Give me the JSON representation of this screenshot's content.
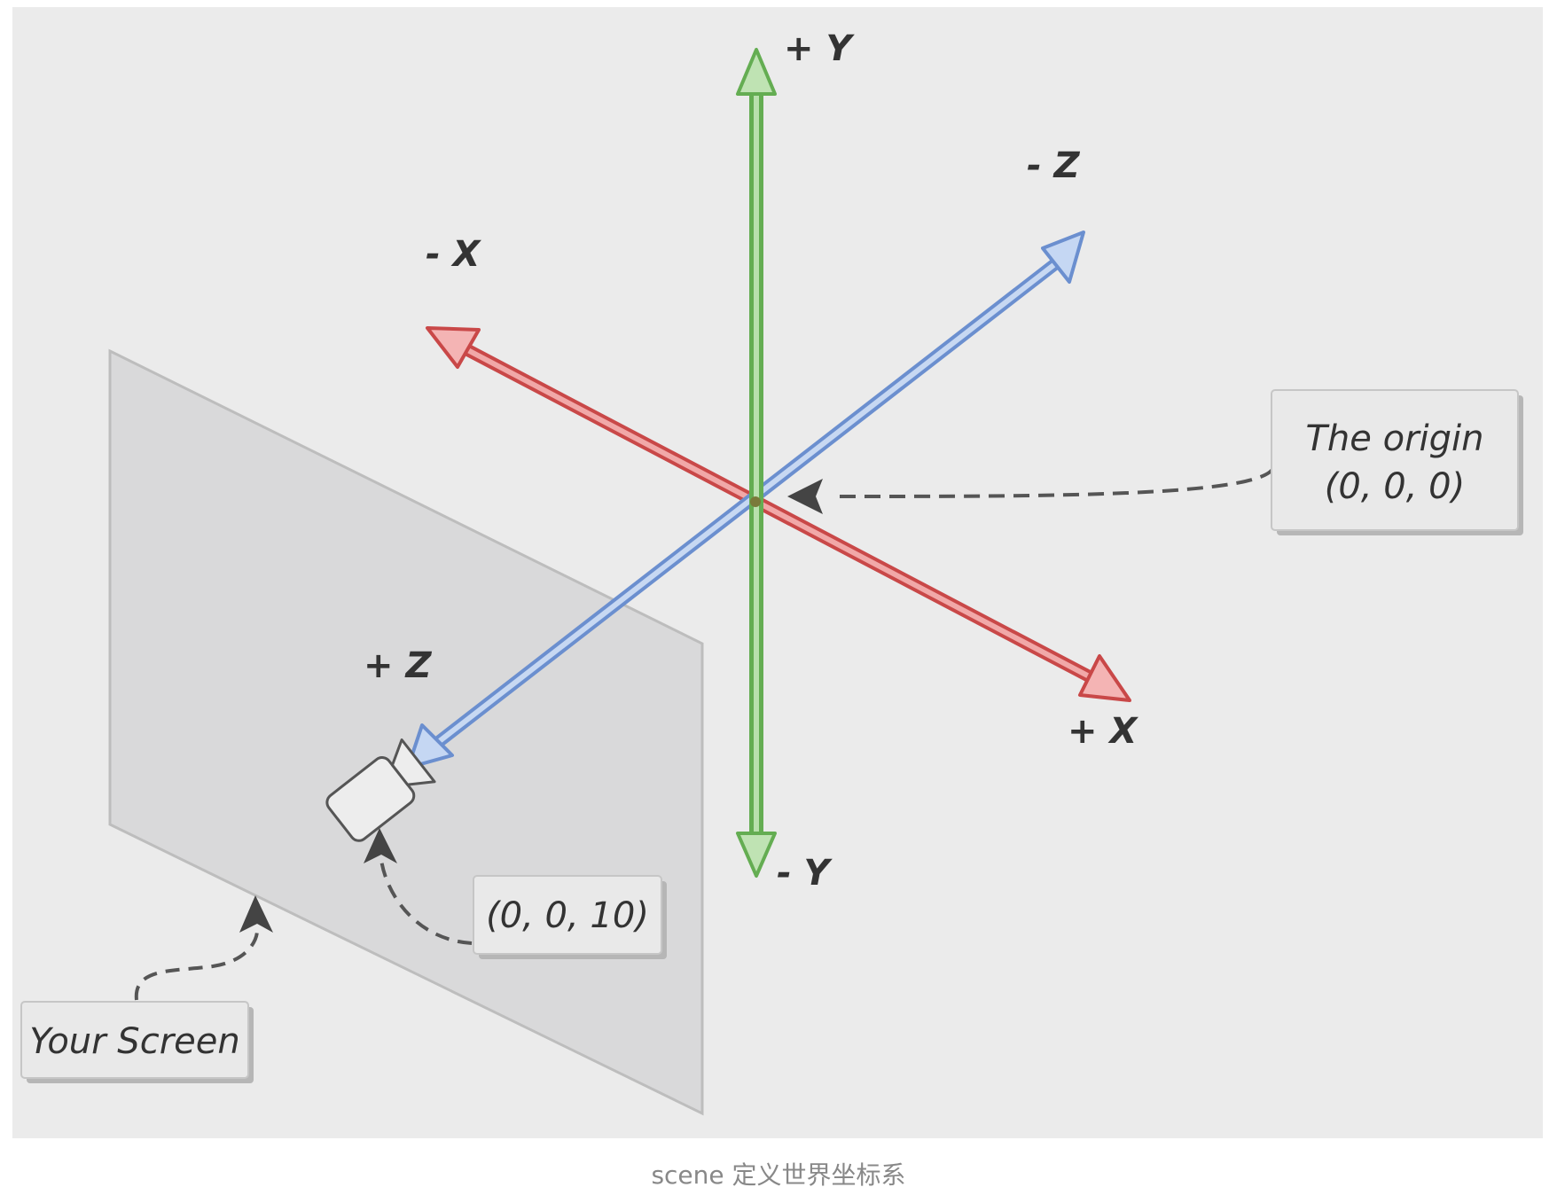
{
  "axes": {
    "plus_y": "+ Y",
    "minus_y": "- Y",
    "plus_x": "+ X",
    "minus_x": "- X",
    "plus_z": "+ Z",
    "minus_z": "- Z"
  },
  "callouts": {
    "origin_line1": "The origin",
    "origin_line2": "(0, 0, 0)",
    "camera_position": "(0, 0, 10)",
    "screen": "Your Screen"
  },
  "caption": "scene 定义世界坐标系",
  "colors": {
    "background": "#ebebeb",
    "x_axis": "#e06060",
    "y_axis": "#7cc36a",
    "z_axis": "#7fa6de",
    "screen_plane": "#d9d9da",
    "callout_box": "#e9e9e9"
  }
}
